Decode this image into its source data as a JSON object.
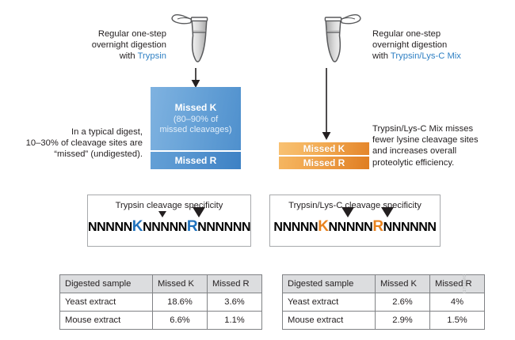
{
  "figure": {
    "left_panel": {
      "intro_line1": "Regular one-step",
      "intro_line2": "overnight digestion",
      "intro_line3_prefix": "with ",
      "intro_enzyme": "Trypsin",
      "note_line1": "In a typical digest,",
      "note_line2": "10–30% of cleavage sites are",
      "note_line3": "“missed” (undigested).",
      "box_missed_k_title": "Missed K",
      "box_missed_k_sub_line1": "(80–90% of",
      "box_missed_k_sub_line2": "missed cleavages)",
      "box_missed_r_title": "Missed R",
      "spec_title": "Trypsin cleavage specificity",
      "sequence": {
        "pre": "NNNNN",
        "k": "K",
        "mid": "NNNNN",
        "r": "R",
        "post": "NNNNNN"
      },
      "table": {
        "headers": [
          "Digested sample",
          "Missed K",
          "Missed R"
        ],
        "rows": [
          [
            "Yeast extract",
            "18.6%",
            "3.6%"
          ],
          [
            "Mouse extract",
            "6.6%",
            "1.1%"
          ]
        ]
      }
    },
    "right_panel": {
      "intro_line1": "Regular one-step",
      "intro_line2": "overnight digestion",
      "intro_line3_prefix": "with ",
      "intro_enzyme": "Trypsin/Lys-C Mix",
      "note_line1": "Trypsin/Lys-C Mix misses",
      "note_line2": "fewer lysine cleavage sites",
      "note_line3": "and increases overall",
      "note_line4": "proteolytic efficiency.",
      "bar_missed_k": "Missed K",
      "bar_missed_r": "Missed R",
      "spec_title": "Trypsin/Lys-C cleavage specificity",
      "sequence": {
        "pre": "NNNNN",
        "k": "K",
        "mid": "NNNNN",
        "r": "R",
        "post": "NNNNNN"
      },
      "table": {
        "headers": [
          "Digested sample",
          "Missed K",
          "Missed R"
        ],
        "rows": [
          [
            "Yeast extract",
            "2.6%",
            "4%"
          ],
          [
            "Mouse extract",
            "2.9%",
            "1.5%"
          ]
        ]
      }
    },
    "watermark": "1170BMC",
    "colors": {
      "accent_blue": "#2f80c4",
      "accent_orange": "#e8821e",
      "box_blue_light": "#7fb2e0",
      "box_blue_dark": "#4f90cd",
      "bar_blue_dark": "#3d81c4",
      "bar_orange_light": "#f8c172",
      "bar_orange_dark": "#e4852a",
      "table_header_gray": "#dcdddf",
      "outline_gray": "#808285",
      "text": "#231f20"
    }
  }
}
